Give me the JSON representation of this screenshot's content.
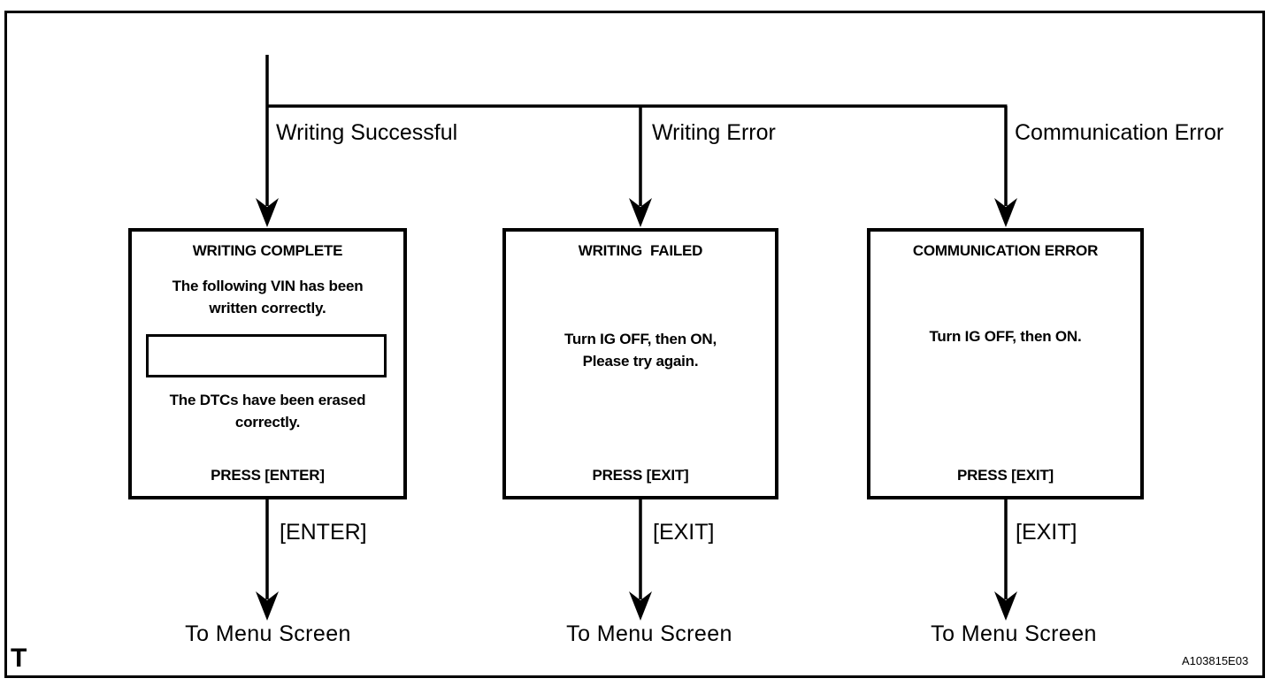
{
  "figure": {
    "corner_mark": "T",
    "figure_code": "A103815E03"
  },
  "branches": [
    {
      "condition_label": "Writing Successful",
      "screen": {
        "title": "WRITING COMPLETE",
        "upper_line1": "The following VIN has been",
        "upper_line2": "written correctly.",
        "vin_field_value": "",
        "lower_line1": "The DTCs have been erased",
        "lower_line2": "correctly.",
        "press_label": "PRESS [ENTER]"
      },
      "key_label": "[ENTER]",
      "destination_label": "To Menu Screen"
    },
    {
      "condition_label": "Writing Error",
      "screen": {
        "title": "WRITING  FAILED",
        "body_line1": "Turn IG OFF, then ON,",
        "body_line2": "Please try again.",
        "press_label": "PRESS [EXIT]"
      },
      "key_label": "[EXIT]",
      "destination_label": "To Menu Screen"
    },
    {
      "condition_label": "Communication Error",
      "screen": {
        "title": "COMMUNICATION ERROR",
        "body_line1": "Turn IG OFF, then ON.",
        "press_label": "PRESS [EXIT]"
      },
      "key_label": "[EXIT]",
      "destination_label": "To Menu Screen"
    }
  ]
}
